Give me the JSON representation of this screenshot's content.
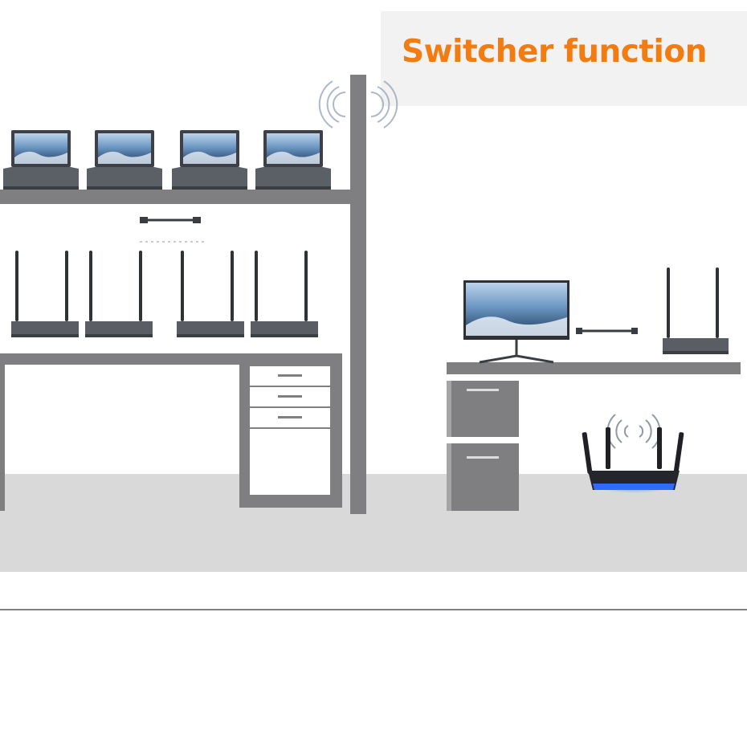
{
  "header": {
    "title": "Switcher function",
    "title_color": "#f07c12",
    "title_background": "#f2f2f2"
  },
  "scene": {
    "laptops_count": 4,
    "transmitters_count": 4,
    "receivers_count": 1,
    "monitors_count": 1,
    "routers_count": 1,
    "colors": {
      "structure": "#7f7f81",
      "floor": "#d9d9d9",
      "device_body": "#55585e",
      "router_glow": "#2f6bff"
    }
  }
}
